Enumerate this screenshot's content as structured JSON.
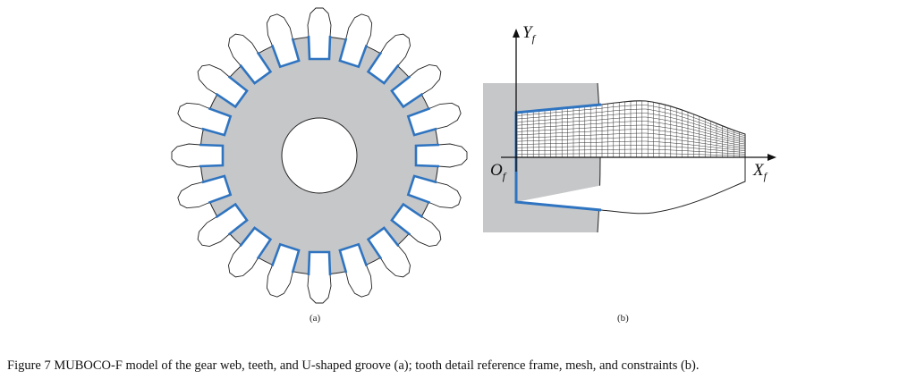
{
  "figure": {
    "panel_a_label": "(a)",
    "panel_b_label": "(b)",
    "caption": "Figure 7 MUBOCO-F model of the gear web, teeth, and U-shaped groove (a); tooth detail reference frame, mesh, and constraints (b).",
    "axes": {
      "y_label": "Y",
      "y_sub": "f",
      "x_label": "X",
      "x_sub": "f",
      "origin_label": "O",
      "origin_sub": "f"
    },
    "tooth_count": 20,
    "colors": {
      "web": "#c6c7c9",
      "constraint": "#2f74c0",
      "outline": "#222222"
    }
  }
}
